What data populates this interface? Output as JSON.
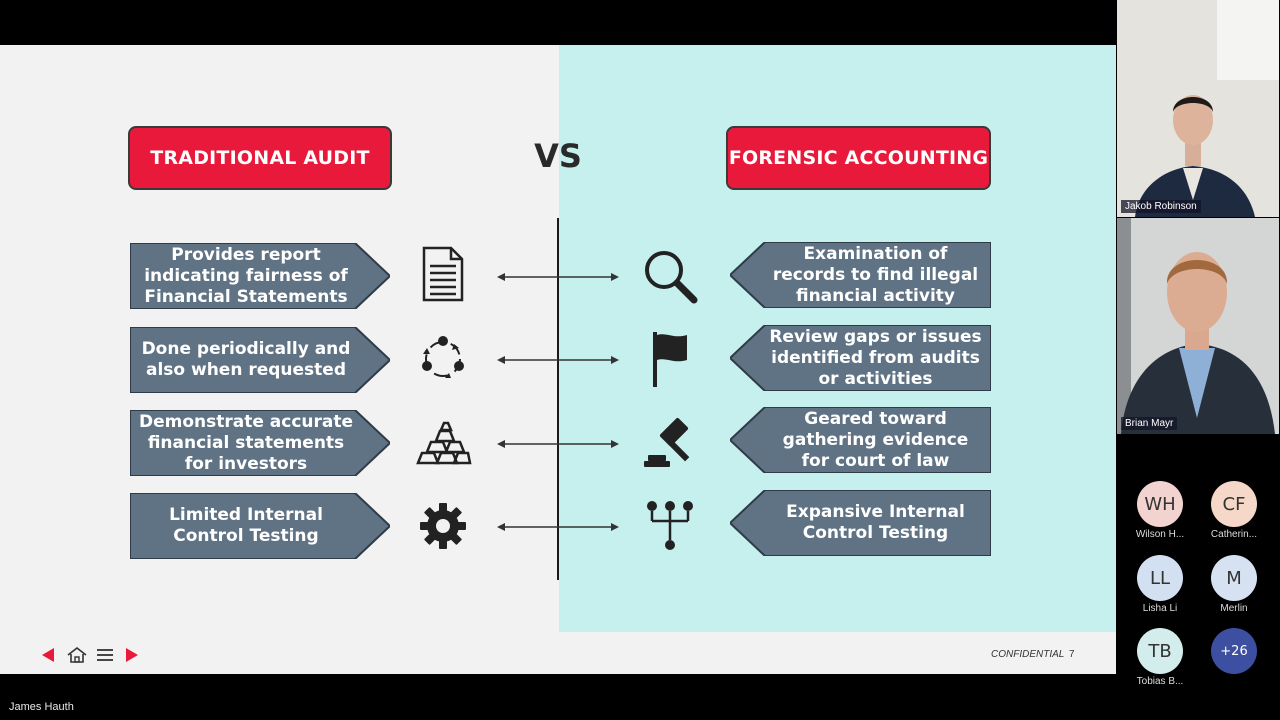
{
  "slide": {
    "left_header": "TRADITIONAL AUDIT",
    "vs": "VS",
    "right_header": "FORENSIC ACCOUNTING",
    "left_items": [
      {
        "text": "Provides report\nindicating fairness of\nFinancial Statements",
        "icon": "document-icon"
      },
      {
        "text": "Done periodically and\nalso when requested",
        "icon": "cycle-icon"
      },
      {
        "text": "Demonstrate accurate\nfinancial statements\nfor investors",
        "icon": "gold-bars-icon"
      },
      {
        "text": "Limited Internal\nControl Testing",
        "icon": "gear-icon"
      }
    ],
    "right_items": [
      {
        "text": "Examination of\nrecords to find illegal\nfinancial activity",
        "icon": "magnifier-icon"
      },
      {
        "text": "Review gaps or issues\nidentified from audits\nor activities",
        "icon": "flag-icon"
      },
      {
        "text": "Geared toward\ngathering evidence\nfor court of law",
        "icon": "gavel-icon"
      },
      {
        "text": "Expansive Internal\nControl Testing",
        "icon": "hierarchy-icon"
      }
    ],
    "footer": {
      "confidential": "CONFIDENTIAL",
      "page": "7"
    }
  },
  "presenter_name": "James Hauth",
  "videos": [
    {
      "name": "Jakob Robinson"
    },
    {
      "name": "Brian Mayr"
    }
  ],
  "participants": [
    {
      "initials": "WH",
      "name": "Wilson H...",
      "color": "#f3d3cf"
    },
    {
      "initials": "CF",
      "name": "Catherin...",
      "color": "#f6d8c8"
    },
    {
      "initials": "LL",
      "name": "Lisha Li",
      "color": "#d3e0f2"
    },
    {
      "initials": "M",
      "name": "Merlin",
      "color": "#d6e2f2"
    },
    {
      "initials": "TB",
      "name": "Tobias B...",
      "color": "#d3ecec"
    }
  ],
  "more_participants": "+26",
  "colors": {
    "accent_red": "#e8193a",
    "box_slate": "#5f7384",
    "right_panel": "#c6f0ee",
    "more_badge": "#3d4fa0"
  }
}
